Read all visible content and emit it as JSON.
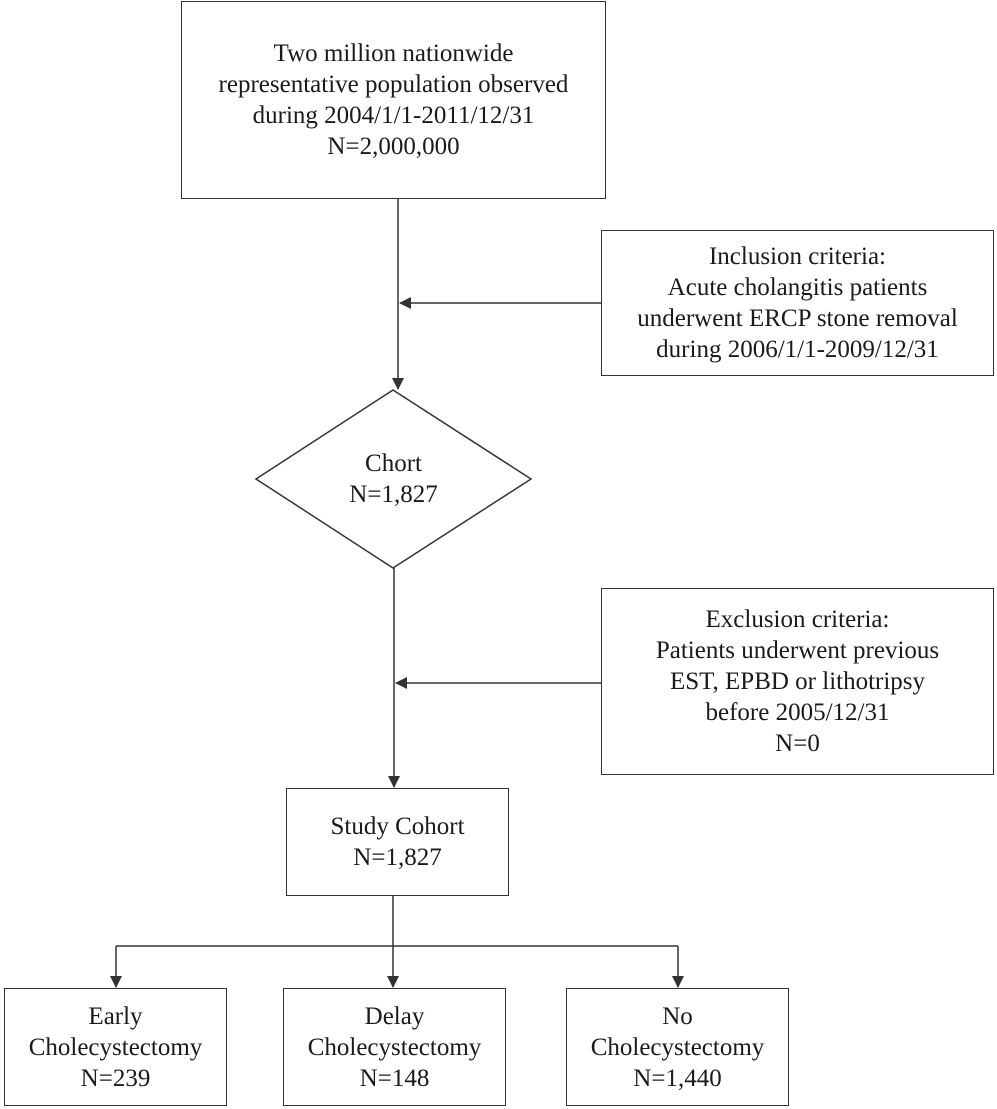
{
  "source_box": {
    "lines": [
      "Two million nationwide",
      "representative population observed",
      "during 2004/1/1-2011/12/31",
      "N=2,000,000"
    ]
  },
  "inclusion_box": {
    "lines": [
      "Inclusion criteria:",
      "Acute cholangitis patients",
      "underwent ERCP stone removal",
      "during 2006/1/1-2009/12/31"
    ]
  },
  "cohort_diamond": {
    "lines": [
      "Chort",
      "N=1,827"
    ]
  },
  "exclusion_box": {
    "lines": [
      "Exclusion criteria:",
      "Patients underwent previous",
      "EST, EPBD or lithotripsy",
      "before 2005/12/31",
      "N=0"
    ]
  },
  "study_box": {
    "lines": [
      "Study Cohort",
      "N=1,827"
    ]
  },
  "outcomes": [
    {
      "lines": [
        "Early",
        "Cholecystectomy",
        "N=239"
      ]
    },
    {
      "lines": [
        "Delay",
        "Cholecystectomy",
        "N=148"
      ]
    },
    {
      "lines": [
        "No",
        "Cholecystectomy",
        "N=1,440"
      ]
    }
  ]
}
